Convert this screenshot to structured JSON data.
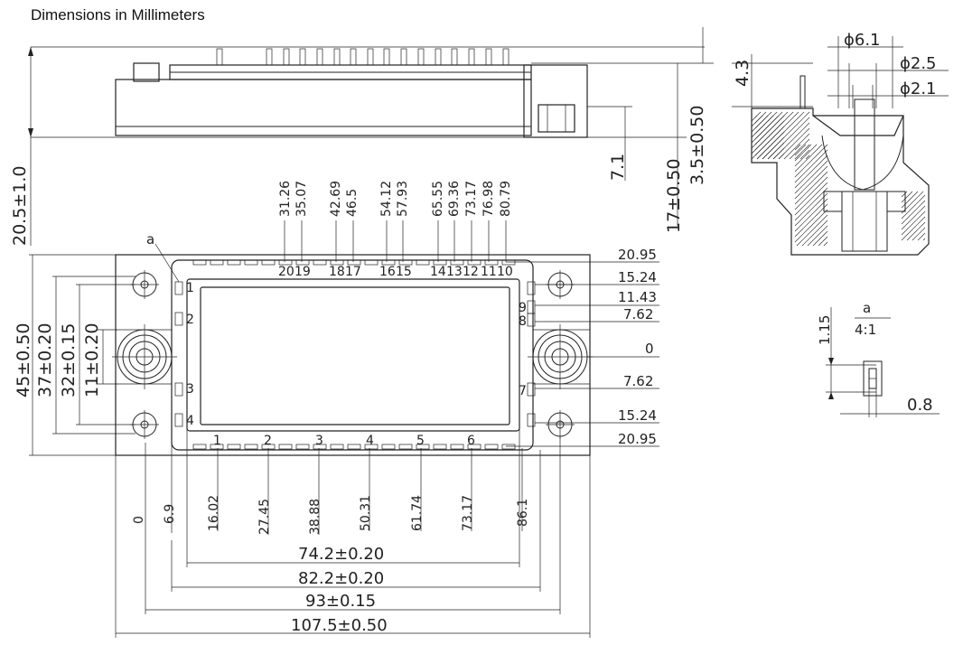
{
  "title": "Dimensions in Millimeters",
  "side_view": {
    "height_label": "20.5±1.0",
    "pin_height_label": "3.5±0.50",
    "base_height_label": "17±0.50",
    "standoff_label": "7.1"
  },
  "top_view": {
    "detail_marker": "a",
    "top_pin_x_labels": [
      "31.26",
      "35.07",
      "42.69",
      "46.5",
      "54.12",
      "57.93",
      "65.55",
      "69.36",
      "73.17",
      "76.98",
      "80.79"
    ],
    "top_pin_numbers": [
      "20",
      "19",
      "18",
      "17",
      "16",
      "15",
      "14",
      "13",
      "12",
      "11",
      "10"
    ],
    "bottom_pin_x_labels": [
      "16.02",
      "27.45",
      "38.88",
      "50.31",
      "61.74",
      "73.17"
    ],
    "bottom_pin_numbers": [
      "1",
      "2",
      "3",
      "4",
      "5",
      "6"
    ],
    "left_pin_numbers": [
      "1",
      "2",
      "3",
      "4"
    ],
    "right_pin_numbers": [
      "9",
      "8",
      "7"
    ],
    "y_labels": [
      "20.95",
      "15.24",
      "11.43",
      "7.62",
      "0",
      "7.62",
      "15.24",
      "20.95"
    ],
    "x_origin_label": "0",
    "x_left_pin_label": "6.9",
    "x_right_pin_label": "86.1",
    "height_labels": [
      "45±0.50",
      "37±0.20",
      "32±0.15",
      "11±0.20"
    ],
    "width_labels": [
      "74.2±0.20",
      "82.2±0.20",
      "93±0.15",
      "107.5±0.50"
    ]
  },
  "section_view": {
    "phi_outer": "ϕ6.1",
    "phi_mid": "ϕ2.5",
    "phi_inner": "ϕ2.1",
    "depth_label": "4.3"
  },
  "detail_a": {
    "marker": "a",
    "scale": "4:1",
    "height_label": "1.15",
    "width_label": "0.8"
  }
}
